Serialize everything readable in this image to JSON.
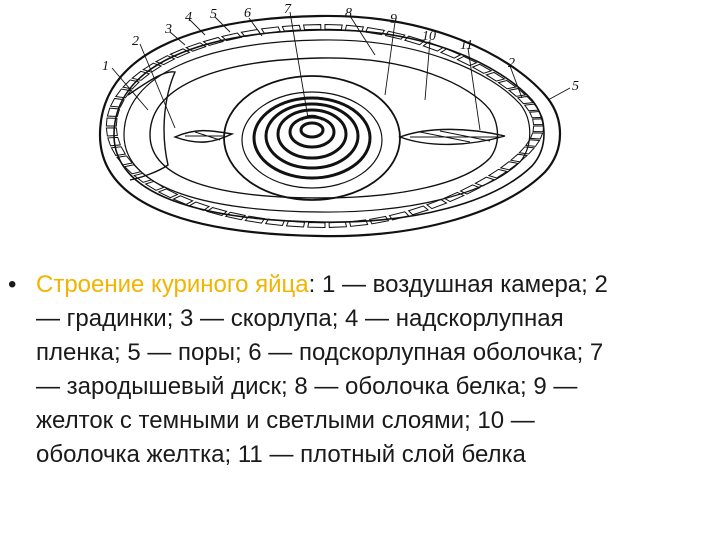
{
  "diagram": {
    "labels": [
      "1",
      "2",
      "3",
      "4",
      "5",
      "6",
      "7",
      "8",
      "9",
      "10",
      "11",
      "2",
      "5"
    ]
  },
  "caption": {
    "bullet": "•",
    "term": "Строение куриного яйца",
    "colon": ":",
    "description": " 1 — воздушная камера; 2 — градинки; 3 — скорлупа; 4 — надскорлупная пленка; 5 — поры; 6 — подскорлупная оболочка; 7 — зародышевый диск; 8 — оболочка белка; 9 — желток с темными и светлыми слоями; 10 — оболочка желтка; 11 — плотный слой белка",
    "term_color": "#f2b400"
  }
}
